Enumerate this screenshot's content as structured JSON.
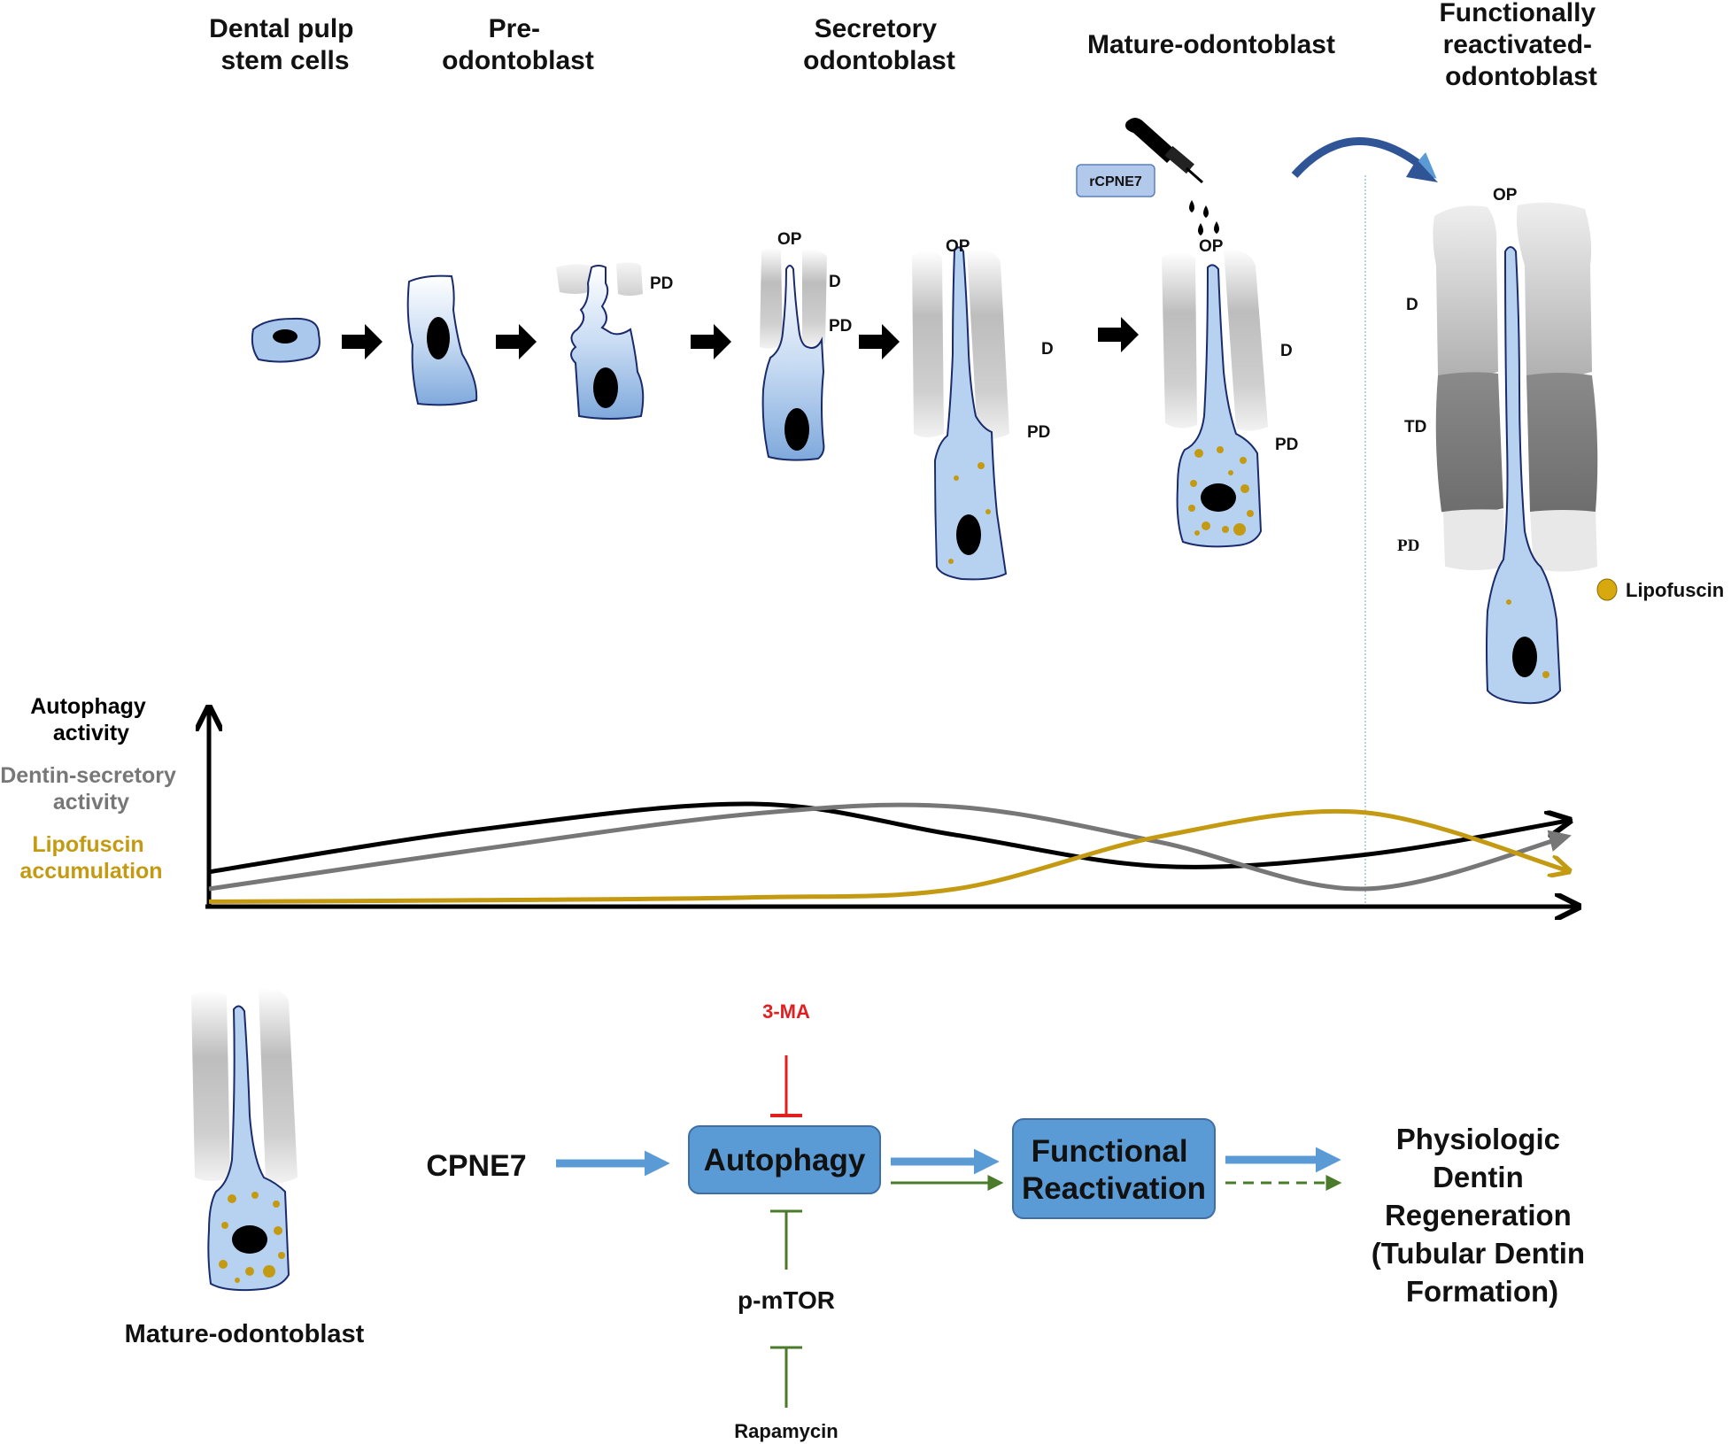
{
  "stages": {
    "dpsc": [
      "Dental pulp",
      "stem cells"
    ],
    "pre": [
      "Pre-",
      "odontoblast"
    ],
    "secretory": [
      "Secretory",
      "odontoblast"
    ],
    "mature": "Mature-odontoblast",
    "reactivated": [
      "Functionally",
      "reactivated-",
      "odontoblast"
    ]
  },
  "labels": {
    "op": "OP",
    "d": "D",
    "pd": "PD",
    "td": "TD",
    "rcpne7": "rCPNE7",
    "lipofuscin": "Lipofuscin"
  },
  "axis_legend": {
    "autophagy": [
      "Autophagy",
      "activity"
    ],
    "dentin": [
      "Dentin-secretory",
      "activity"
    ],
    "lipofuscin": [
      "Lipofuscin",
      "accumulation"
    ]
  },
  "pathway": {
    "cell_label": "Mature-odontoblast",
    "cpne7": "CPNE7",
    "inhibitor_3ma": "3-MA",
    "autophagy": "Autophagy",
    "reactivation": [
      "Functional",
      "Reactivation"
    ],
    "pmtor": "p-mTOR",
    "rapamycin": "Rapamycin",
    "outcome": [
      "Physiologic",
      "Dentin",
      "Regeneration",
      "(Tubular Dentin",
      "Formation)"
    ]
  },
  "colors": {
    "autophagy": "#000000",
    "dentin": "#777777",
    "lipofuscin": "#c49a12",
    "inhibitor": "#e02020",
    "green": "#4a7a2a",
    "blue_arrow": "#5b9bd5",
    "box_fill": "#5b9bd5",
    "cell_fill": "#a9c8ec"
  },
  "chart_data": {
    "type": "line",
    "x": [
      0,
      0.2,
      0.4,
      0.55,
      0.7,
      0.85,
      1.0
    ],
    "series": [
      {
        "name": "Autophagy activity",
        "values": [
          0.22,
          0.52,
          0.7,
          0.48,
          0.26,
          0.34,
          0.58
        ]
      },
      {
        "name": "Dentin-secretory activity",
        "values": [
          0.1,
          0.38,
          0.63,
          0.68,
          0.43,
          0.1,
          0.47
        ]
      },
      {
        "name": "Lipofuscin accumulation",
        "values": [
          0.01,
          0.02,
          0.04,
          0.1,
          0.47,
          0.64,
          0.23
        ]
      }
    ],
    "xlabel": "",
    "ylabel": "",
    "grid": false
  }
}
